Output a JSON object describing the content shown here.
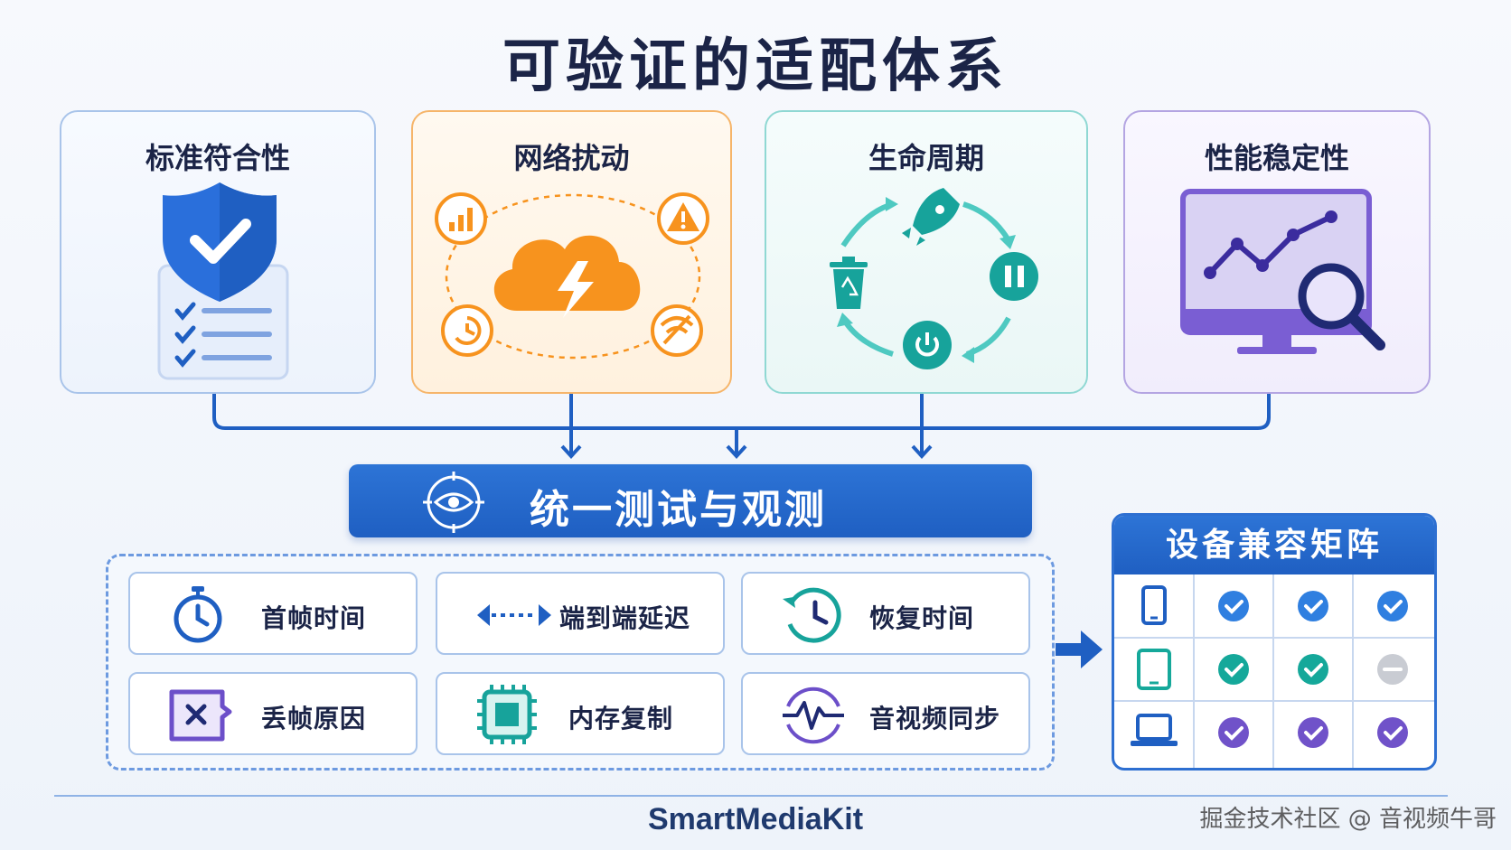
{
  "title": "可验证的适配体系",
  "pillars": [
    {
      "label": "标准符合性",
      "icon": "shield-check-icon",
      "color": "#2a6fdb"
    },
    {
      "label": "网络扰动",
      "icon": "cloud-lightning-icon",
      "color": "#f7931e"
    },
    {
      "label": "生命周期",
      "icon": "lifecycle-cycle-icon",
      "color": "#17a39b"
    },
    {
      "label": "性能稳定性",
      "icon": "monitor-chart-magnifier-icon",
      "color": "#6c4fc9"
    }
  ],
  "unified": {
    "label": "统一测试与观测",
    "icon": "eye-target-icon"
  },
  "metrics": [
    {
      "label": "首帧时间",
      "icon": "stopwatch-icon"
    },
    {
      "label": "端到端延迟",
      "icon": "double-arrow-icon"
    },
    {
      "label": "恢复时间",
      "icon": "history-clock-icon"
    },
    {
      "label": "丢帧原因",
      "icon": "broken-frame-icon"
    },
    {
      "label": "内存复制",
      "icon": "chip-icon"
    },
    {
      "label": "音视频同步",
      "icon": "waveform-sync-icon"
    }
  ],
  "matrix": {
    "title": "设备兼容矩阵",
    "rows": [
      {
        "device": "phone-icon",
        "status": [
          "check",
          "check",
          "check"
        ],
        "color": "#2f7fe0"
      },
      {
        "device": "tablet-icon",
        "status": [
          "check",
          "check",
          "minus"
        ],
        "color": "#15a89a"
      },
      {
        "device": "laptop-icon",
        "status": [
          "check",
          "check",
          "check"
        ],
        "color": "#7052c9"
      }
    ]
  },
  "footer": "SmartMediaKit",
  "watermark": "掘金技术社区 @ 音视频牛哥"
}
